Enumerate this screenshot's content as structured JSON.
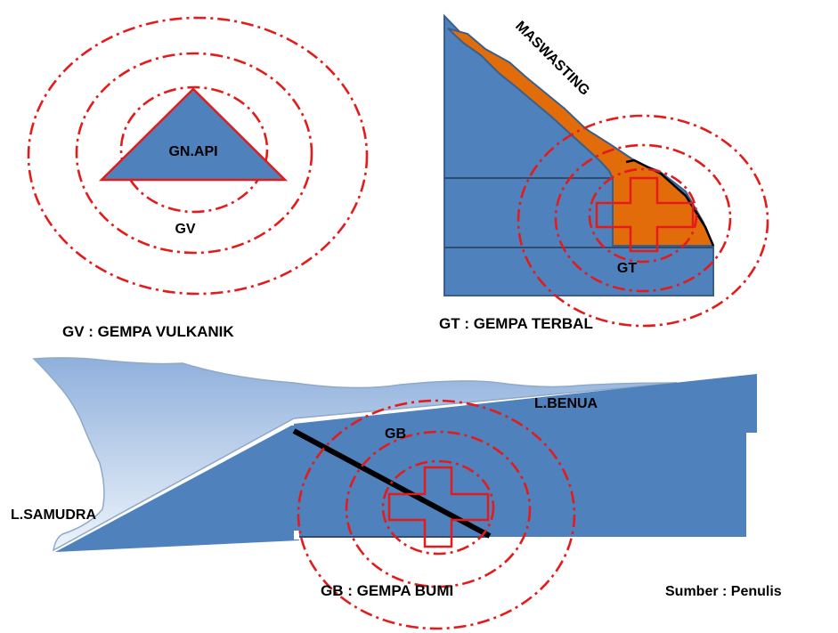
{
  "gv_panel": {
    "volcano_label": "GN.API",
    "epicenter_label": "GV",
    "caption": "GV : GEMPA VULKANIK"
  },
  "gt_panel": {
    "slope_label": "MASWASTING",
    "epicenter_label": "GT",
    "caption": "GT : GEMPA TERBAL"
  },
  "gb_panel": {
    "continental_label": "L.BENUA",
    "oceanic_label": "L.SAMUDRA",
    "epicenter_label": "GB",
    "caption": "GB : GEMPA BUMI"
  },
  "source": "Sumber : Penulis",
  "colors": {
    "plate_blue": "#4f81bd",
    "plate_outline": "#3a5f8a",
    "sky_blue": "#bcd3ee",
    "landslide_orange": "#e36c0a",
    "ring_red": "#e31b1b"
  }
}
